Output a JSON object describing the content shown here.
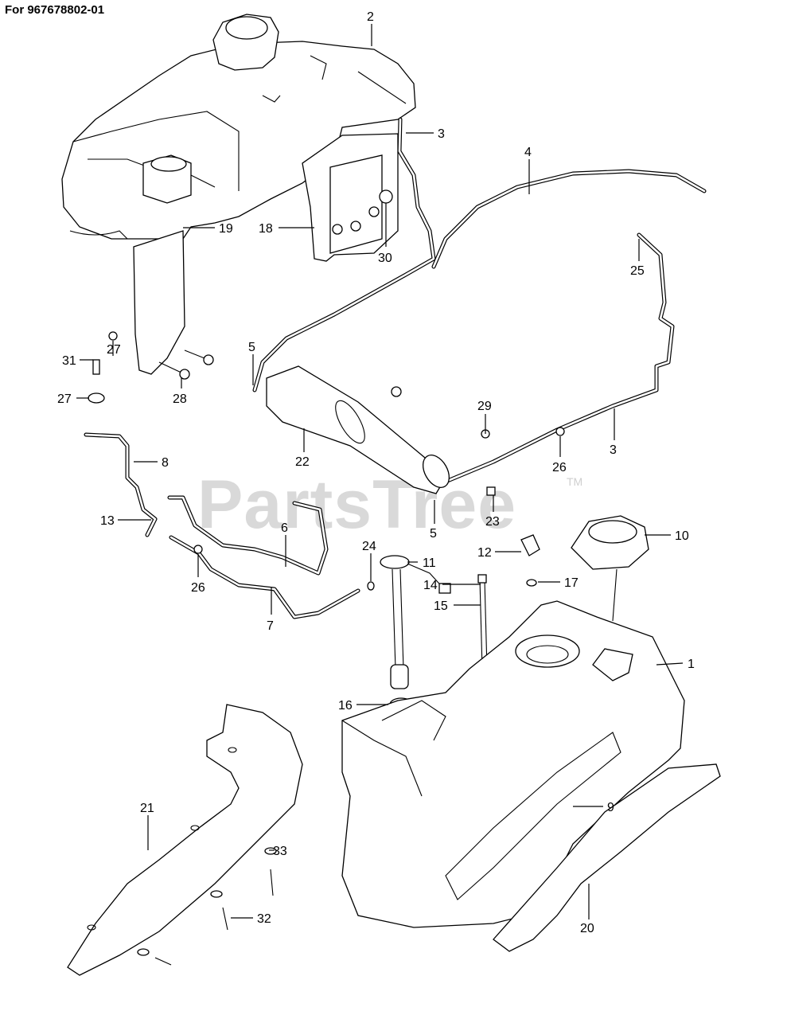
{
  "header": {
    "title": "For 967678802-01"
  },
  "watermark": {
    "text": "PartsTree",
    "tm": "TM"
  },
  "callouts": [
    {
      "id": "c1",
      "label": "1"
    },
    {
      "id": "c2",
      "label": "2"
    },
    {
      "id": "c3a",
      "label": "3"
    },
    {
      "id": "c3b",
      "label": "3"
    },
    {
      "id": "c4",
      "label": "4"
    },
    {
      "id": "c5a",
      "label": "5"
    },
    {
      "id": "c5b",
      "label": "5"
    },
    {
      "id": "c6",
      "label": "6"
    },
    {
      "id": "c7",
      "label": "7"
    },
    {
      "id": "c8",
      "label": "8"
    },
    {
      "id": "c9",
      "label": "9"
    },
    {
      "id": "c10",
      "label": "10"
    },
    {
      "id": "c11",
      "label": "11"
    },
    {
      "id": "c12",
      "label": "12"
    },
    {
      "id": "c13",
      "label": "13"
    },
    {
      "id": "c14",
      "label": "14"
    },
    {
      "id": "c15",
      "label": "15"
    },
    {
      "id": "c16",
      "label": "16"
    },
    {
      "id": "c17",
      "label": "17"
    },
    {
      "id": "c18",
      "label": "18"
    },
    {
      "id": "c19",
      "label": "19"
    },
    {
      "id": "c20",
      "label": "20"
    },
    {
      "id": "c21",
      "label": "21"
    },
    {
      "id": "c22",
      "label": "22"
    },
    {
      "id": "c23",
      "label": "23"
    },
    {
      "id": "c24",
      "label": "24"
    },
    {
      "id": "c25",
      "label": "25"
    },
    {
      "id": "c26a",
      "label": "26"
    },
    {
      "id": "c26b",
      "label": "26"
    },
    {
      "id": "c27a",
      "label": "27"
    },
    {
      "id": "c27b",
      "label": "27"
    },
    {
      "id": "c28",
      "label": "28"
    },
    {
      "id": "c29",
      "label": "29"
    },
    {
      "id": "c30",
      "label": "30"
    },
    {
      "id": "c31",
      "label": "31"
    },
    {
      "id": "c32",
      "label": "32"
    },
    {
      "id": "c33",
      "label": "33"
    }
  ]
}
